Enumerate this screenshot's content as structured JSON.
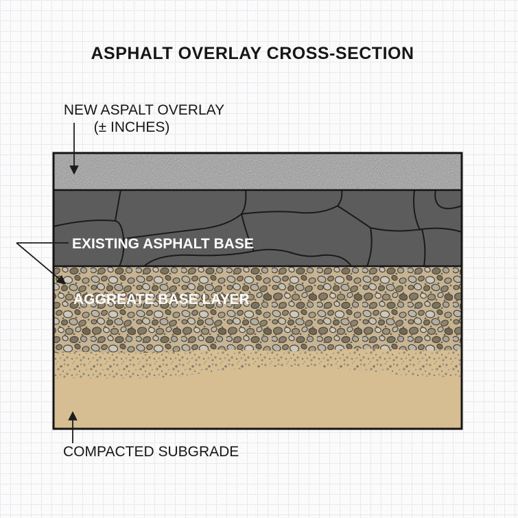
{
  "page": {
    "background": "graph-paper",
    "grid_color": "#e9e9ee",
    "paper_color": "#fbfbfc"
  },
  "diagram": {
    "title": "ASPHALT OVERLAY CROSS-SECTION",
    "title_color": "#161616",
    "outline_color": "#141414",
    "arrow_color": "#1c1c1c",
    "layers": [
      {
        "id": "new-asphalt-overlay",
        "label_line1": "NEW ASPALT OVERLAY",
        "label_line2": "(± INCHES)",
        "fill": "#454545",
        "texture": "speckled-asphalt"
      },
      {
        "id": "existing-asphalt-base",
        "label": "EXISTING ASPHALT BASE",
        "fill": "#5c5c5c",
        "crack_color": "#1a1a1a",
        "texture": "cracked-asphalt"
      },
      {
        "id": "aggregate-base-layer",
        "label": "AGGREATE BASE LAYER",
        "fill": "#c6b494",
        "texture": "gravel-pebbles"
      },
      {
        "id": "compacted-subgrade",
        "label": "COMPACTED SUBGRADE",
        "fill": "#d6bd92",
        "texture": "smooth-sand"
      }
    ]
  }
}
